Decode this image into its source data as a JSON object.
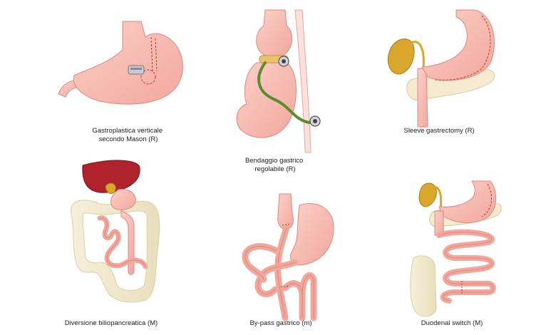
{
  "procedures": [
    {
      "id": "vbg",
      "lines": [
        "Gastroplastica verticale",
        "secondo Mason (R)"
      ]
    },
    {
      "id": "band",
      "lines": [
        "Bendaggio gastrico",
        "regolabile (R)"
      ]
    },
    {
      "id": "sleeve",
      "lines": [
        "Sleeve gastrectomy (R)"
      ]
    },
    {
      "id": "bpd",
      "lines": [
        "Diversione biliopancreatica (M)"
      ]
    },
    {
      "id": "rygb",
      "lines": [
        "By-pass gastrico (m)"
      ]
    },
    {
      "id": "ds",
      "lines": [
        "Duodenal switch (M)"
      ]
    }
  ],
  "colors": {
    "stomach": "#f6b3aa",
    "stomach_light": "#fbd3cc",
    "stomach_stroke": "#e0877c",
    "pancreas": "#f6ead0",
    "colon": "#f3ecd2",
    "colon_stroke": "#d9cfa8",
    "liver": "#b0222c",
    "gallbladder": "#d9a72b",
    "band": "#c9c9cf",
    "tube": "#5c8d2d",
    "suture": "#c0392b"
  }
}
